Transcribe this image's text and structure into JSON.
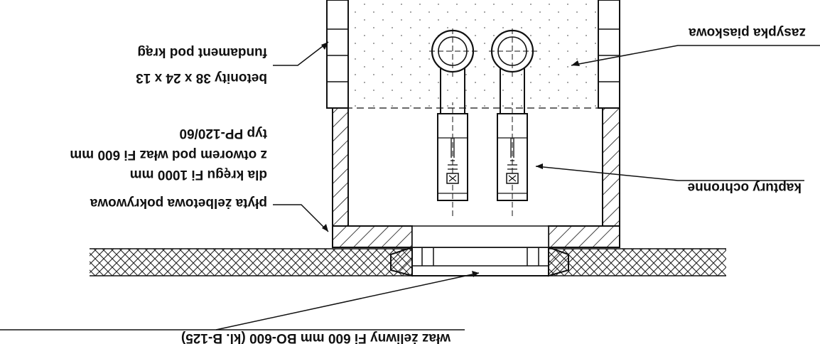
{
  "labels": {
    "fundament": "fundament pod krąg",
    "betonity": "betonity 38 x 24 x 13",
    "plyta": "płyta żelbetowa pokrywowa",
    "plyta_2": "dla kręgu Fi 1000 mm",
    "plyta_3": "z otworem pod właz Fi 600 mm",
    "plyta_4": "typ PP-120/60",
    "zasypka": "zasypka piaskowa",
    "kaptury": "kaptury ochronne",
    "wlaz": "właz żeliwny Fi 600 mm BO-600 (kl. B-125)"
  },
  "colors": {
    "line": "#111111",
    "ground_hatch": "#222222",
    "sand_dots": "#8a8a8a",
    "background": "#ffffff"
  },
  "orientation": "rotated-180"
}
